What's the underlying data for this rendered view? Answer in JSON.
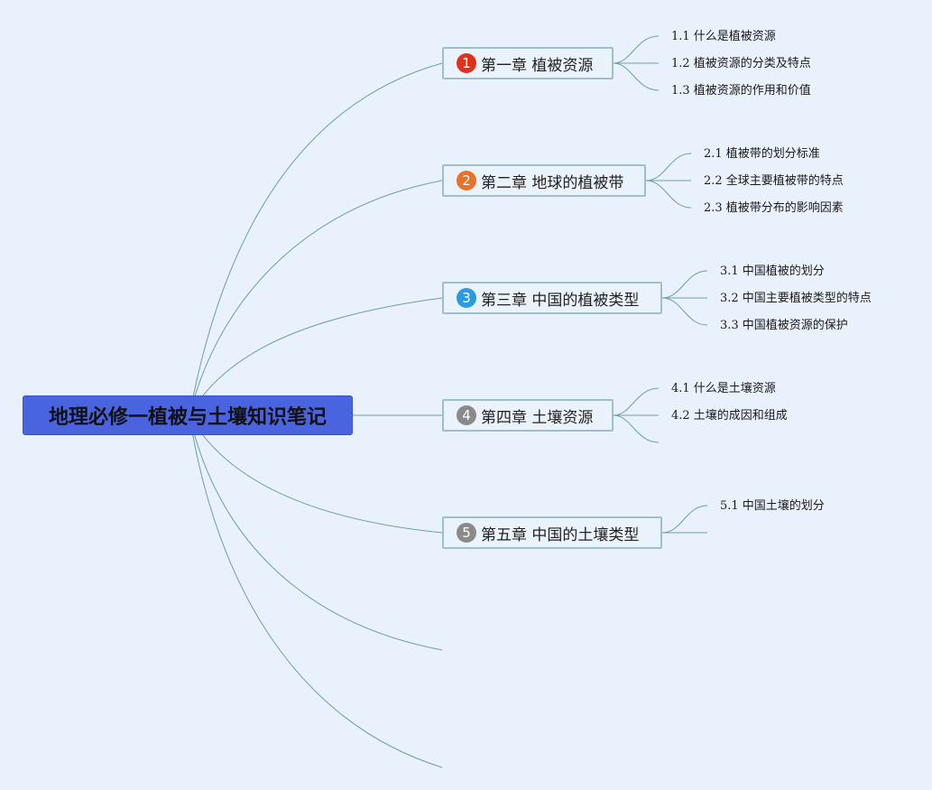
{
  "root": {
    "title": "地理必修一植被与土壤知识笔记"
  },
  "chapters": [
    {
      "number": "1",
      "badge_color": "#e0311a",
      "title": "第一章 植被资源",
      "topics": [
        "1.1 什么是植被资源",
        "1.2 植被资源的分类及特点",
        "1.3 植被资源的作用和价值"
      ]
    },
    {
      "number": "2",
      "badge_color": "#e8722a",
      "title": "第二章 地球的植被带",
      "topics": [
        "2.1 植被带的划分标准",
        "2.2 全球主要植被带的特点",
        "2.3 植被带分布的影响因素"
      ]
    },
    {
      "number": "3",
      "badge_color": "#2a9be0",
      "title": "第三章 中国的植被类型",
      "topics": [
        "3.1 中国植被的划分",
        "3.2 中国主要植被类型的特点",
        "3.3 中国植被资源的保护"
      ]
    },
    {
      "number": "4",
      "badge_color": "#8a8a8a",
      "title": "第四章 土壤资源",
      "topics": [
        "4.1 什么是土壤资源",
        "4.2 土壤的成因和组成"
      ]
    },
    {
      "number": "5",
      "badge_color": "#8a8a8a",
      "title": "第五章 中国的土壤类型",
      "topics": [
        "5.1 中国土壤的划分"
      ]
    }
  ],
  "colors": {
    "background": "#e9f1fd",
    "root_fill": "#4a63df",
    "connector": "#6e9ea6",
    "chapter_border": "#9fc0c6"
  }
}
